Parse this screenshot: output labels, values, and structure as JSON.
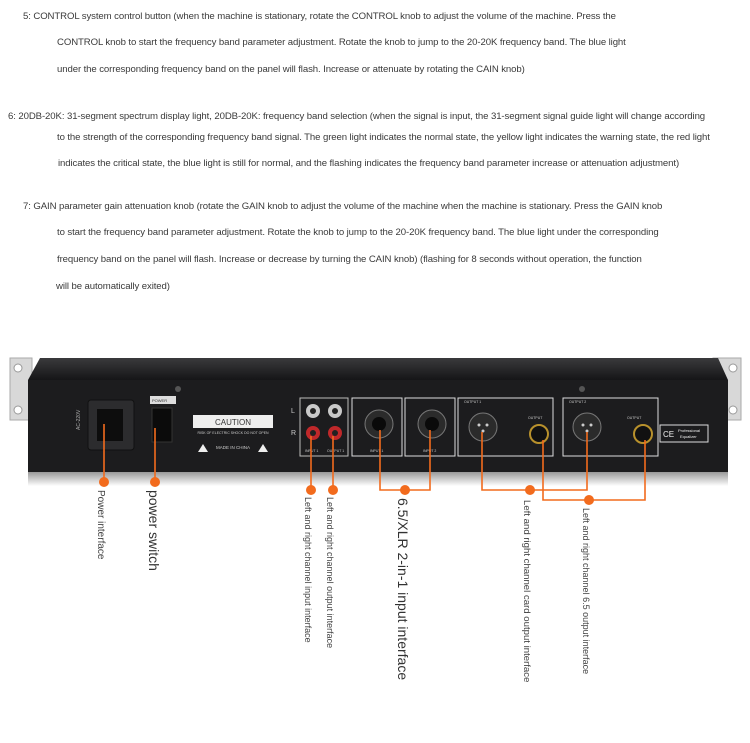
{
  "notes": [
    {
      "id": "5",
      "lines": [
        "5: CONTROL system control button (when the machine is stationary, rotate the CONTROL knob to adjust the volume of the machine. Press the",
        "CONTROL knob to start the frequency band parameter adjustment. Rotate the knob to jump to the 20-20K frequency band. The blue light",
        "under the corresponding frequency band on the panel will flash. Increase or attenuate by rotating the CAIN knob)"
      ]
    },
    {
      "id": "6",
      "lines": [
        "6: 20DB-20K: 31-segment spectrum display light, 20DB-20K: frequency band selection (when the signal is input, the 31-segment signal guide light will change according",
        "to the strength of the corresponding frequency band signal. The green light indicates the normal state, the yellow light indicates the warning state, the red light",
        "indicates the critical state, the blue light is still for normal, and the flashing indicates the frequency band parameter increase or attenuation adjustment)"
      ]
    },
    {
      "id": "7",
      "lines": [
        "7: GAIN parameter gain attenuation knob (rotate the GAIN knob to adjust the volume of the machine when the machine is stationary. Press the GAIN knob",
        "to start the frequency band parameter adjustment. Rotate the knob to jump to the 20-20K frequency band. The blue light under the corresponding",
        "frequency band on the panel will flash. Increase or decrease by turning the CAIN knob) (flashing for 8 seconds without operation, the function",
        "will be automatically exited)"
      ]
    }
  ],
  "device": {
    "ac_label": "AC-220V",
    "power_label": "POWER",
    "caution_title": "CAUTION",
    "caution_text": "RISK OF ELECTRIC SHOCK DO NOT OPEN",
    "made_in": "MADE IN CHINA",
    "channel_l": "L",
    "channel_r": "R",
    "rca_input": "INPUT 1",
    "rca_output": "OUTPUT 1",
    "xlr_input1": "INPUT 1",
    "xlr_input2": "INPUT 2",
    "output1": "OUTPUT 1",
    "output2": "OUTPUT 2",
    "jack_output": "OUTPUT",
    "ce_mark": "CE",
    "badge_line1": "Professional",
    "badge_line2": "Equalizer"
  },
  "callouts": {
    "power_interface": "Power interface",
    "power_switch": "power switch",
    "rca_input": "Left and right channel input interface",
    "rca_output": "Left and right channel output interface",
    "xlr_input": "6.5/XLR 2-in-1 input interface",
    "card_output": "Left and right channel card output interface",
    "jack_output": "Left and right channel 6.5 output interface"
  },
  "colors": {
    "accent": "#f26b1d",
    "panel": "#1c1c1e"
  }
}
